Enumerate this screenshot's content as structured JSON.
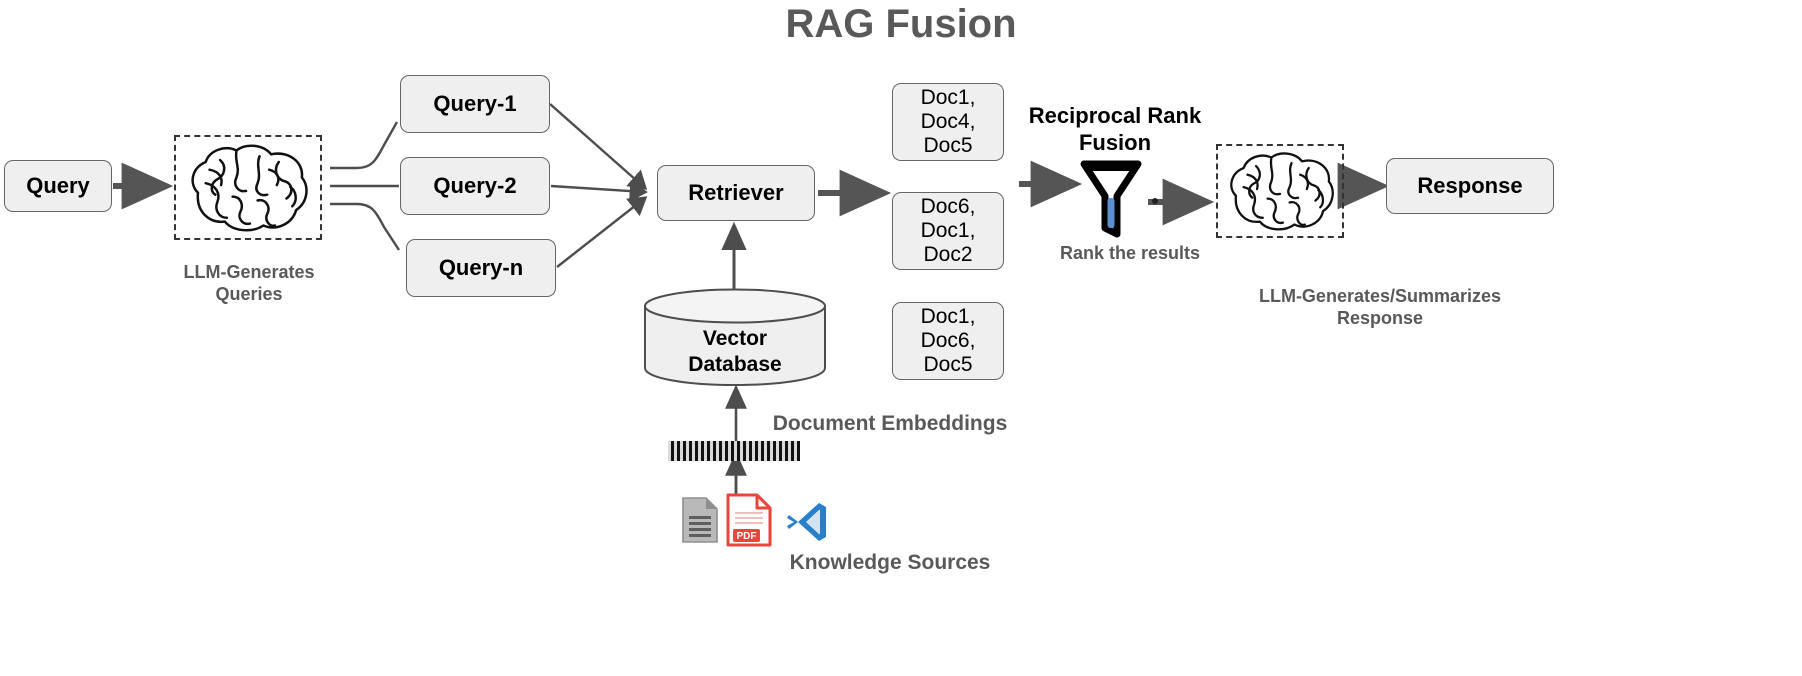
{
  "title": "RAG Fusion",
  "nodes": {
    "query": "Query",
    "retriever": "Retriever",
    "vector_db": "Vector\nDatabase",
    "vector_db_line1": "Vector",
    "vector_db_line2": "Database",
    "response": "Response"
  },
  "generated_queries": [
    {
      "label": "Query-1"
    },
    {
      "label": "Query-2"
    },
    {
      "label": "Query-n"
    }
  ],
  "retrieved_doc_lists": [
    {
      "lines": [
        "Doc1,",
        "Doc4,",
        "Doc5"
      ],
      "text": "Doc1, Doc4, Doc5"
    },
    {
      "lines": [
        "Doc6,",
        "Doc1,",
        "Doc2"
      ],
      "text": "Doc6, Doc1, Doc2"
    },
    {
      "lines": [
        "Doc1,",
        "Doc6,",
        "Doc5"
      ],
      "text": "Doc1, Doc6, Doc5"
    }
  ],
  "captions": {
    "llm_generates_queries_line1": "LLM-Generates",
    "llm_generates_queries_line2": "Queries",
    "rrf_line1": "Reciprocal Rank",
    "rrf_line2": "Fusion",
    "rank_the_results": "Rank the results",
    "llm_summarizes_line1": "LLM-Generates/Summarizes",
    "llm_summarizes_line2": "Response",
    "document_embeddings": "Document Embeddings",
    "knowledge_sources": "Knowledge Sources"
  },
  "icons": {
    "brain_left": "brain-icon",
    "brain_right": "brain-icon",
    "funnel": "funnel-icon",
    "doc_file": "document-file-icon",
    "pdf_file": "pdf-file-icon",
    "vscode_file": "vscode-file-icon",
    "embedding_barcode": "embedding-vector-barcode-icon"
  },
  "colors": {
    "title_gray": "#595959",
    "caption_gray": "#595959",
    "node_fill": "#efefef",
    "node_stroke": "#666666",
    "arrow_gray": "#555555",
    "wire_gray": "#4d4d4d",
    "pdf_red": "#e8453c",
    "vscode_blue": "#2a7fc9",
    "funnel_blue": "#5b8fd0",
    "barcode_bg": "#d9d9d9",
    "ink_black": "#111111"
  }
}
